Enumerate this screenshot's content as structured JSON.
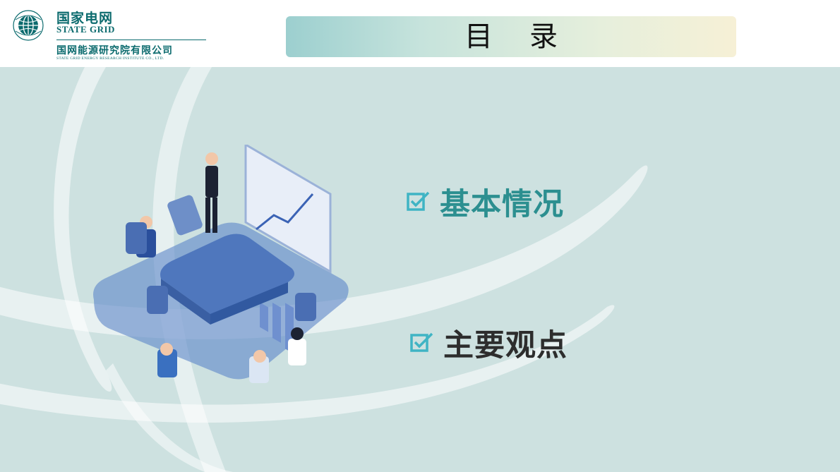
{
  "header": {
    "logo_cn": "国家电网",
    "logo_en": "STATE GRID",
    "institute_cn": "国网能源研究院有限公司",
    "institute_en": "STATE GRID ENERGY RESEARCH INSTITUTE CO., LTD.",
    "title": "目录"
  },
  "agenda": {
    "items": [
      {
        "label": "基本情况",
        "icon": "checkbox-icon"
      },
      {
        "label": "主要观点",
        "icon": "checkbox-icon"
      }
    ]
  },
  "colors": {
    "brand": "#0c6b6e",
    "background": "#cde1e0",
    "accent": "#2c8f90",
    "check": "#3fb4c4",
    "text_dark": "#2d2d2d"
  }
}
